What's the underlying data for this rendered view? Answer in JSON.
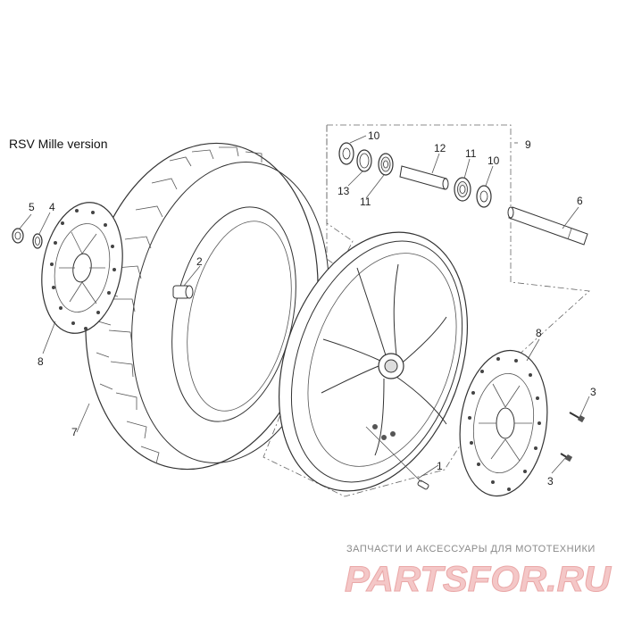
{
  "title": "RSV Mille version",
  "callouts": [
    "1",
    "2",
    "3",
    "3",
    "4",
    "5",
    "6",
    "7",
    "8",
    "8",
    "9",
    "10",
    "10",
    "11",
    "11",
    "12",
    "13"
  ],
  "watermark": {
    "tagline": "ЗАПЧАСТИ И АКСЕССУАРЫ ДЛЯ МОТОТЕХНИКИ",
    "brand": "PARTSFOR.RU"
  }
}
